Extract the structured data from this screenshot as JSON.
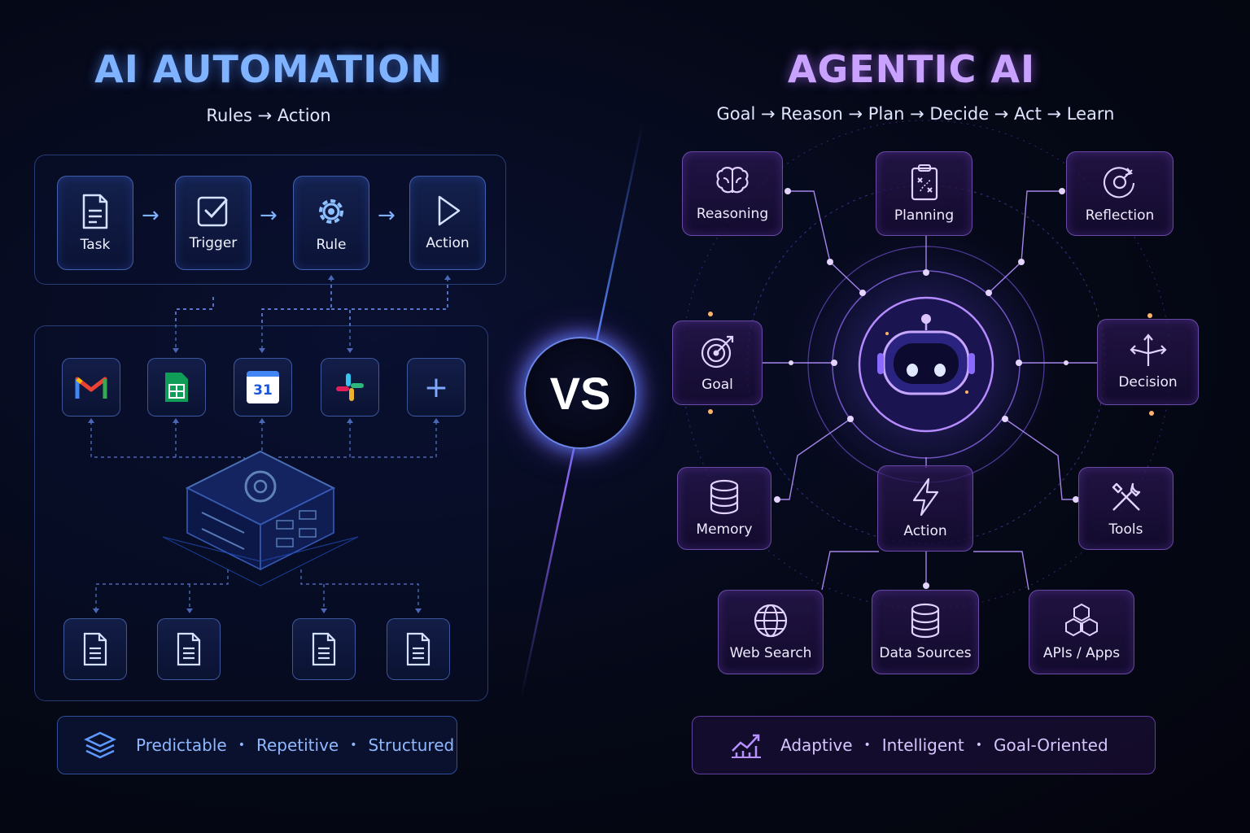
{
  "left": {
    "title": "AI AUTOMATION",
    "subtitle": "Rules → Action",
    "flow": [
      {
        "label": "Task",
        "icon": "document-icon"
      },
      {
        "label": "Trigger",
        "icon": "checkbox-icon"
      },
      {
        "label": "Rule",
        "icon": "gear-icon"
      },
      {
        "label": "Action",
        "icon": "play-icon"
      }
    ],
    "apps": [
      {
        "name": "gmail-icon"
      },
      {
        "name": "sheets-icon"
      },
      {
        "name": "calendar-icon",
        "text": "31"
      },
      {
        "name": "slack-icon"
      },
      {
        "name": "plus-icon"
      }
    ],
    "footer": [
      "Predictable",
      "Repetitive",
      "Structured"
    ]
  },
  "vs": "VS",
  "right": {
    "title": "AGENTIC AI",
    "subtitle": "Goal → Reason → Plan → Decide → Act → Learn",
    "nodes": {
      "reasoning": "Reasoning",
      "planning": "Planning",
      "reflection": "Reflection",
      "goal": "Goal",
      "decision": "Decision",
      "memory": "Memory",
      "action": "Action",
      "tools": "Tools",
      "web_search": "Web Search",
      "data_sources": "Data Sources",
      "apis": "APIs / Apps"
    },
    "footer": [
      "Adaptive",
      "Intelligent",
      "Goal-Oriented"
    ]
  },
  "colors": {
    "blue_accent": "#7fb2ff",
    "purple_accent": "#c9a2ff"
  }
}
